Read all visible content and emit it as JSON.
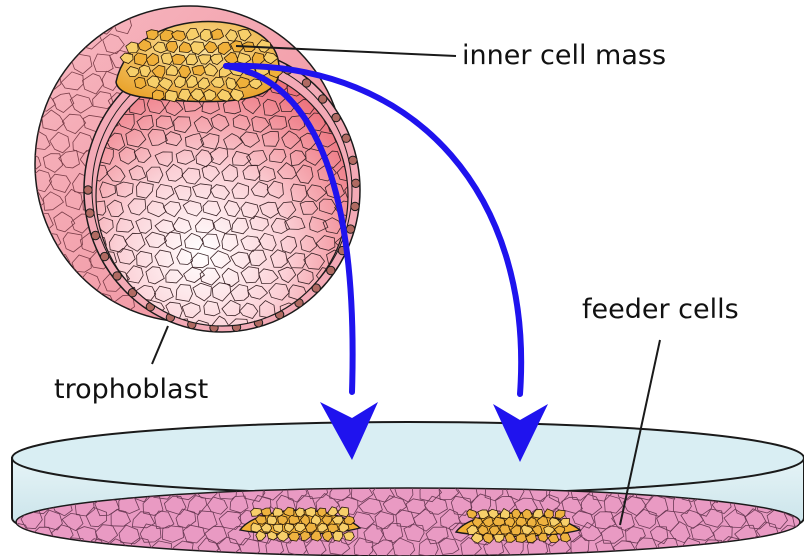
{
  "labels": {
    "inner_cell_mass": "inner cell mass",
    "feeder_cells": "feeder cells",
    "trophoblast": "trophoblast"
  },
  "colors": {
    "arrow": "#1f13ee",
    "shell_pink": "#f2a7b3",
    "interior_red": "#f07a83",
    "interior_light": "#fbe7ea",
    "inner_mass_orange": "#f2b034",
    "inner_mass_light": "#f9d98a",
    "nucleus": "#b06a62",
    "dish_fill": "#d7ecf1",
    "feeder_pink": "#e99ac3",
    "outline": "#1a1a1a"
  }
}
